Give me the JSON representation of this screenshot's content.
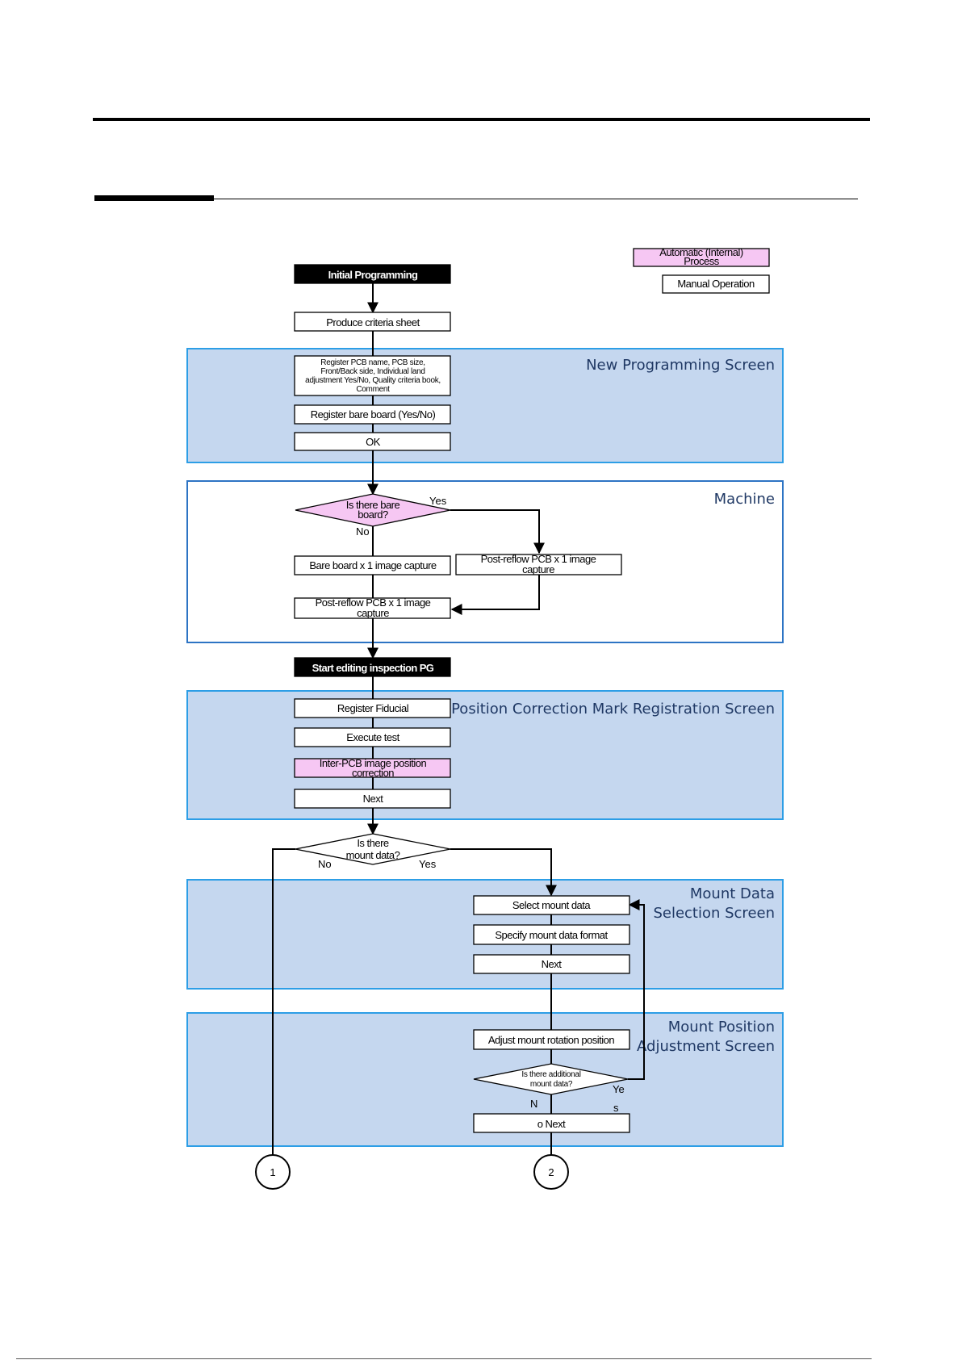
{
  "legend": {
    "automatic_line1": "Automatic (Internal)",
    "automatic_line2": "Process",
    "manual": "Manual Operation"
  },
  "steps": {
    "initial_programming": "Initial Programming",
    "produce_criteria": "Produce criteria sheet",
    "register_pcb_line1": "Register PCB name, PCB size,",
    "register_pcb_line2": "Front/Back side, Individual land",
    "register_pcb_line3": "adjustment Yes/No, Quality criteria book,",
    "register_pcb_line4": "Comment",
    "register_bare": "Register bare board (Yes/No)",
    "ok": "OK",
    "bare_q_line1": "Is there bare",
    "bare_q_line2": "board?",
    "yes": "Yes",
    "no": "No",
    "bare_capture": "Bare board x 1 image capture",
    "post_reflow_right_line1": "Post-reflow PCB x 1 image",
    "post_reflow_right_line2": "capture",
    "post_reflow_left_line1": "Post-reflow PCB x 1 image",
    "post_reflow_left_line2": "capture",
    "start_editing": "Start editing inspection PG",
    "register_fiducial": "Register Fiducial",
    "execute_test": "Execute test",
    "inter_pcb_line1": "Inter-PCB image position",
    "inter_pcb_line2": "correction",
    "next1": "Next",
    "mount_q_line1": "Is there",
    "mount_q_line2": "mount data?",
    "select_mount": "Select mount data",
    "specify_mount": "Specify mount data format",
    "next2": "Next",
    "adjust_mount": "Adjust mount rotation position",
    "additional_q_line1": "Is there additional",
    "additional_q_line2": "mount data?",
    "ye": "Ye",
    "s": "s",
    "n": "N",
    "o_next": "o Next",
    "connector1": "1",
    "connector2": "2"
  },
  "regions": {
    "new_programming": "New Programming Screen",
    "machine": "Machine",
    "position_correction": "Position Correction Mark Registration Screen",
    "mount_data_line1": "Mount Data",
    "mount_data_line2": "Selection Screen",
    "mount_position_line1": "Mount Position",
    "mount_position_line2": "Adjustment Screen"
  }
}
